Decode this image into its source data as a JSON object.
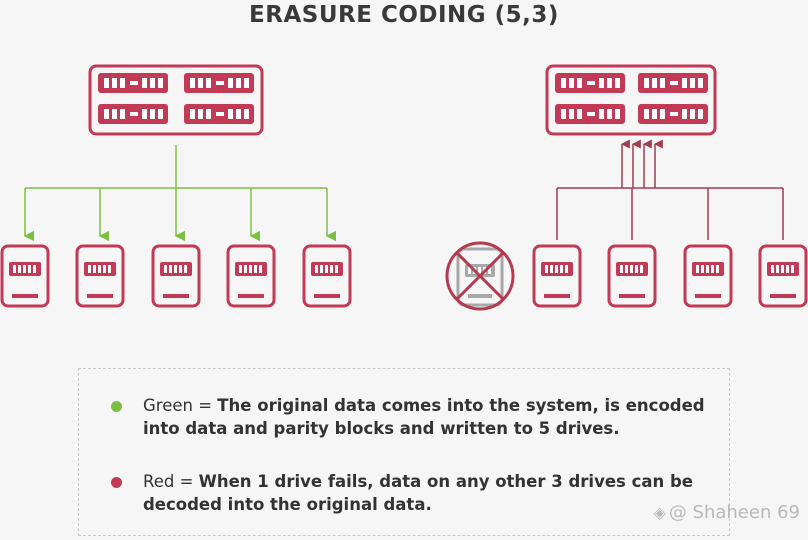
{
  "title": "ERASURE CODING (5,3)",
  "legend": {
    "green": {
      "label": "Green = ",
      "text": "The original data comes into the system, is encoded into data and parity blocks and written to 5 drives."
    },
    "red": {
      "label": "Red = ",
      "text": "When 1 drive fails, data on any other 3 drives can be decoded into the original data."
    }
  },
  "watermark": "@ Shaheen 69",
  "colors": {
    "drive": "#c23a55",
    "green": "#7bc043",
    "arrow_red": "#a53c50",
    "failed_gray": "#a8a8a8",
    "failed_cross": "#b53a4f",
    "background": "#f6f6f6"
  },
  "icons": {
    "server": "server-icon",
    "drive": "drive-icon",
    "failed_drive": "failed-drive-icon",
    "watermark": "diamond-logo-icon"
  }
}
